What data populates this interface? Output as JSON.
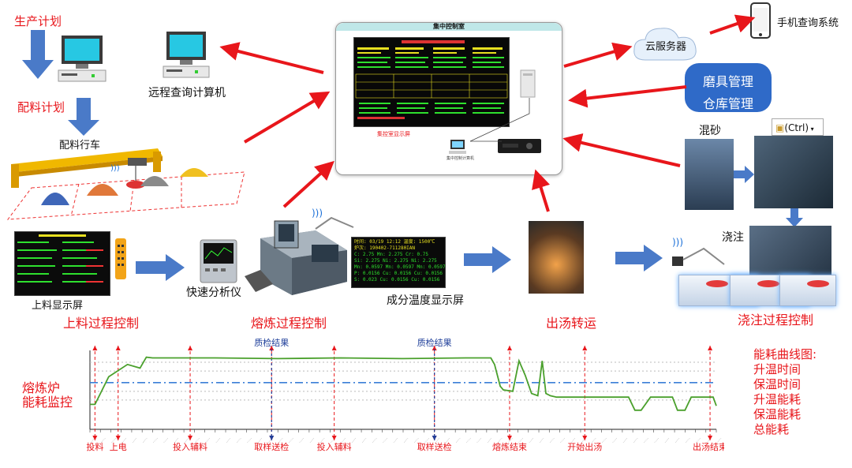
{
  "labels": {
    "production_plan": "生产计划",
    "batching_plan": "配料计划",
    "batching_crane": "配料行车",
    "remote_computer": "远程查询计算机",
    "control_room_title": "集中控制室",
    "cloud_server": "云服务器",
    "mobile_system": "手机查询系统",
    "mold_mgmt": "磨具管理",
    "warehouse_mgmt": "仓库管理",
    "sand_mixing": "混砂",
    "ctrl_popup": "(Ctrl)",
    "pouring": "浇注",
    "loading_screen": "上料显示屏",
    "fast_analyzer": "快速分析仪",
    "composition_screen": "成分温度显示屏",
    "centralized_display": "集控室显示屏",
    "centralized_computer": "集中控制计算机"
  },
  "process_labels": {
    "loading": "上料过程控制",
    "smelting": "熔炼过程控制",
    "tapping": "出汤转运",
    "pouring": "浇注过程控制"
  },
  "composition_panel": {
    "row1": "时间: 03/19 12:12 温度: 1500℃",
    "row2": "炉次: 190402-711280IAN",
    "rows": [
      [
        "C: 2.75",
        "Mn: 2.275",
        "Cr: 0.75"
      ],
      [
        "Si: 2.275",
        "Ni: 2.275",
        "Ni: 2.275"
      ],
      [
        "Mn: 0.0597",
        "Mn: 0.0597",
        "Mn: 0.0597"
      ],
      [
        "P: 0.0156",
        "Cu: 0.0156",
        "Cu: 0.0156"
      ],
      [
        "S: 0.023",
        "Cu: 0.0156",
        "Cu: 0.0156"
      ]
    ]
  },
  "chart_data": {
    "type": "line",
    "title": "",
    "ylabel": "熔炼炉\n能耗监控",
    "legend_title": "能耗曲线图:",
    "legend_items": [
      "升温时间",
      "保温时间",
      "升温能耗",
      "保温能耗",
      "总能耗"
    ],
    "ylim": [
      0,
      100
    ],
    "xlim": [
      0,
      100
    ],
    "x": [
      0,
      0.8,
      3,
      6,
      8,
      9,
      10,
      20,
      30,
      40,
      50,
      60,
      64,
      64.6,
      65.5,
      66,
      67.5,
      68.5,
      69.5,
      70.5,
      71.5,
      72.2,
      72.8,
      73.5,
      74.5,
      84,
      85,
      86,
      87,
      88,
      89.5,
      93,
      93.8,
      95,
      96,
      97,
      98,
      99.5,
      100
    ],
    "series": [
      {
        "values": [
          30,
          30,
          68,
          85,
          80,
          95,
          94,
          94,
          93,
          94,
          93,
          94,
          94,
          85,
          55,
          50,
          48,
          90,
          70,
          45,
          42,
          90,
          45,
          42,
          40,
          40,
          40,
          40,
          22,
          22,
          40,
          40,
          22,
          22,
          40,
          40,
          40,
          40,
          28
        ]
      }
    ],
    "reference_line": 60,
    "gridlines": [
      88,
      76,
      48,
      36
    ],
    "events": [
      {
        "label": "投料",
        "x": 0.8
      },
      {
        "label": "上电",
        "x": 4.5
      },
      {
        "label": "投入辅料",
        "x": 16
      },
      {
        "label": "取样送检",
        "x": 29
      },
      {
        "label": "投入辅料",
        "x": 39
      },
      {
        "label": "取样送检",
        "x": 55
      },
      {
        "label": "熔炼结束",
        "x": 67
      },
      {
        "label": "开始出汤",
        "x": 79
      },
      {
        "label": "出汤结束",
        "x": 99
      }
    ],
    "quality_checks": [
      {
        "label": "质检结果",
        "x": 29
      },
      {
        "label": "质检结果",
        "x": 55
      }
    ],
    "x_ticks_count": 60
  }
}
